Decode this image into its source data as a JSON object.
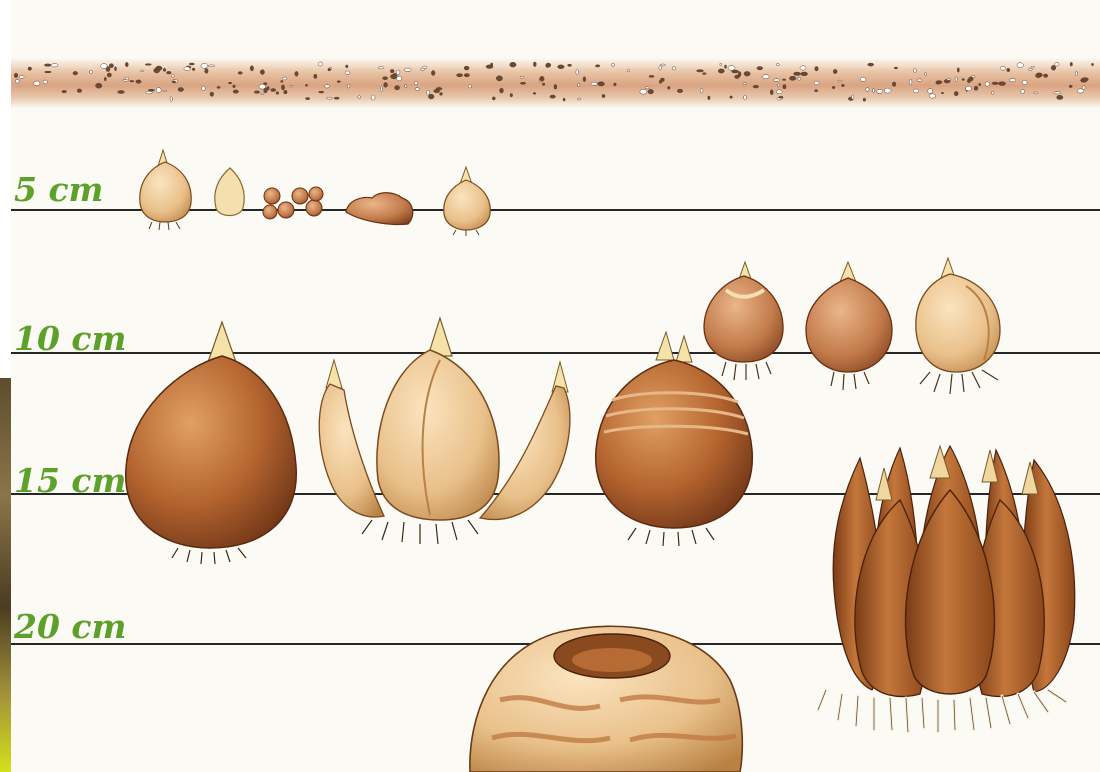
{
  "depth_scale": {
    "labels": [
      {
        "text": "5 cm"
      },
      {
        "text": "10 cm"
      },
      {
        "text": "15 cm"
      },
      {
        "text": "20 cm"
      }
    ]
  },
  "colors": {
    "label_green": "#5da12a",
    "soil": "#d9a482",
    "bulb_brown": "#b5652f",
    "bulb_light": "#e9c08a",
    "tip": "#f4e2a8"
  },
  "illustration": {
    "bulb_count": 13
  }
}
